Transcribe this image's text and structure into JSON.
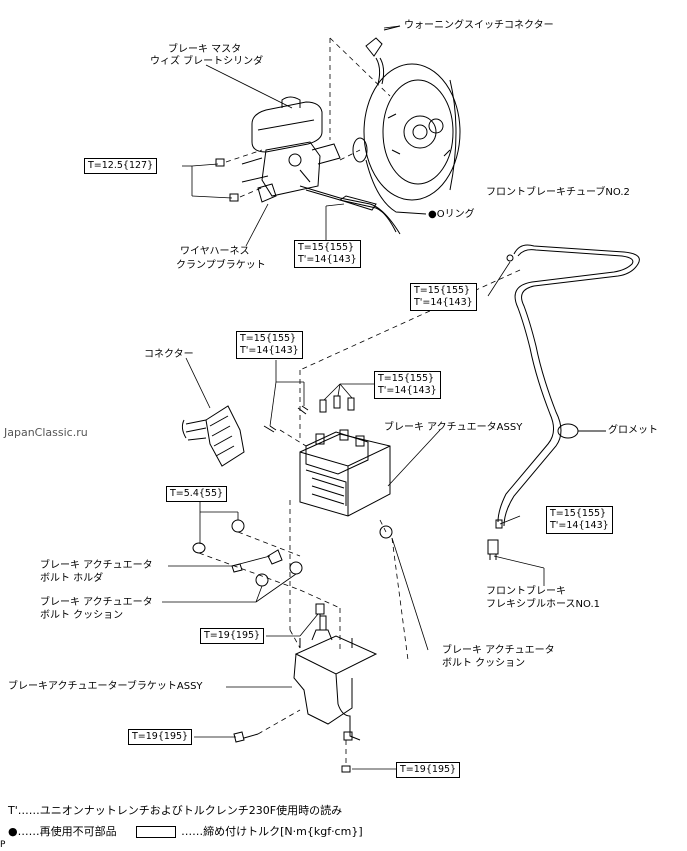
{
  "labels": {
    "warning_switch_connector": "ウォーニングスイッチコネクター",
    "master_cylinder_line1": "ブレーキ マスタ",
    "master_cylinder_line2": "ウィズ ブレートシリンダ",
    "o_ring": "●Oリング",
    "wire_harness_line1": "ワイヤハーネス",
    "wire_harness_line2": "クランプブラケット",
    "front_brake_tube": "フロントブレーキチューブNO.2",
    "connector": "コネクター",
    "actuator_assy": "ブレーキ アクチュエータASSY",
    "grommet": "グロメット",
    "bolt_holder_line1": "ブレーキ アクチュエータ",
    "bolt_holder_line2": "ボルト ホルダ",
    "bolt_cushion_l_line1": "ブレーキ アクチュエータ",
    "bolt_cushion_l_line2": "ボルト クッション",
    "flex_hose_line1": "フロントブレーキ",
    "flex_hose_line2": "フレキシブルホースNO.1",
    "bolt_cushion_r_line1": "ブレーキ アクチュエータ",
    "bolt_cushion_r_line2": "ボルト クッション",
    "bracket_assy": "ブレーキアクチュエーターブラケットASSY"
  },
  "torques": {
    "t_master": "T=12.5{127}",
    "t_tube1_a": "T=15{155}",
    "t_tube1_b": "T'=14{143}",
    "t_tube2_a": "T=15{155}",
    "t_tube2_b": "T'=14{143}",
    "t_tube3_a": "T=15{155}",
    "t_tube3_b": "T'=14{143}",
    "t_tube4_a": "T=15{155}",
    "t_tube4_b": "T'=14{143}",
    "t_tube5_a": "T=15{155}",
    "t_tube5_b": "T'=14{143}",
    "t_holder": "T=5.4{55}",
    "t_bolt1": "T=19{195}",
    "t_bolt2": "T=19{195}",
    "t_bolt3": "T=19{195}"
  },
  "watermark": "JapanClassic.ru",
  "legend": {
    "line1": "T'……ユニオンナットレンチおよびトルクレンチ230F使用時の読み",
    "line2_a": "●……再使用不可部品",
    "line2_b": "……締め付けトルク[N·m{kgf·cm}]"
  },
  "corner_mark": "P"
}
